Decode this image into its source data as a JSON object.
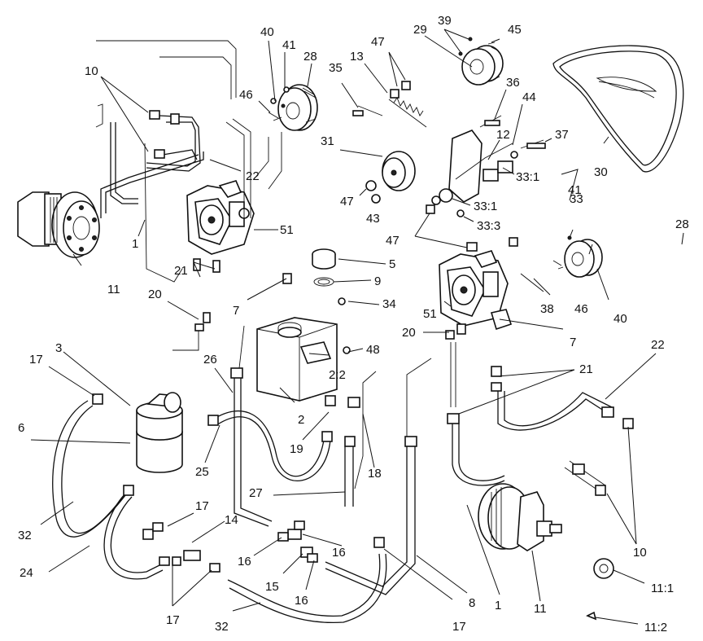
{
  "background_color": "#ffffff",
  "line_color": "#111111",
  "labels": [
    {
      "id": "l10a",
      "text": "10"
    },
    {
      "id": "l40a",
      "text": "40"
    },
    {
      "id": "l41a",
      "text": "41"
    },
    {
      "id": "l28a",
      "text": "28"
    },
    {
      "id": "l46a",
      "text": "46"
    },
    {
      "id": "l39",
      "text": "39"
    },
    {
      "id": "l47a",
      "text": "47"
    },
    {
      "id": "l13",
      "text": "13"
    },
    {
      "id": "l29",
      "text": "29"
    },
    {
      "id": "l45",
      "text": "45"
    },
    {
      "id": "l35",
      "text": "35"
    },
    {
      "id": "l36",
      "text": "36"
    },
    {
      "id": "l44",
      "text": "44"
    },
    {
      "id": "l12",
      "text": "12"
    },
    {
      "id": "l37",
      "text": "37"
    },
    {
      "id": "l22a",
      "text": "22"
    },
    {
      "id": "l31",
      "text": "31"
    },
    {
      "id": "l331a",
      "text": "33:1"
    },
    {
      "id": "l30",
      "text": "30"
    },
    {
      "id": "l47b",
      "text": "47"
    },
    {
      "id": "l43",
      "text": "43"
    },
    {
      "id": "l331b",
      "text": "33:1"
    },
    {
      "id": "l33",
      "text": "33"
    },
    {
      "id": "l51a",
      "text": "51"
    },
    {
      "id": "l333",
      "text": "33:3"
    },
    {
      "id": "l41b",
      "text": "41"
    },
    {
      "id": "l28b",
      "text": "28"
    },
    {
      "id": "l1a",
      "text": "1"
    },
    {
      "id": "l47c",
      "text": "47"
    },
    {
      "id": "l21a",
      "text": "21"
    },
    {
      "id": "l11a",
      "text": "11"
    },
    {
      "id": "l5",
      "text": "5"
    },
    {
      "id": "l9",
      "text": "9"
    },
    {
      "id": "l20a",
      "text": "20"
    },
    {
      "id": "l7a",
      "text": "7"
    },
    {
      "id": "l34",
      "text": "34"
    },
    {
      "id": "l51b",
      "text": "51"
    },
    {
      "id": "l38",
      "text": "38"
    },
    {
      "id": "l46b",
      "text": "46"
    },
    {
      "id": "l40b",
      "text": "40"
    },
    {
      "id": "l20b",
      "text": "20"
    },
    {
      "id": "l7b",
      "text": "7"
    },
    {
      "id": "l3",
      "text": "3"
    },
    {
      "id": "l48",
      "text": "48"
    },
    {
      "id": "l22b",
      "text": "22"
    },
    {
      "id": "l17a",
      "text": "17"
    },
    {
      "id": "l26",
      "text": "26"
    },
    {
      "id": "l22c",
      "text": "2:2"
    },
    {
      "id": "l21b",
      "text": "21"
    },
    {
      "id": "l2",
      "text": "2"
    },
    {
      "id": "l6",
      "text": "6"
    },
    {
      "id": "l19",
      "text": "19"
    },
    {
      "id": "l25",
      "text": "25"
    },
    {
      "id": "l18",
      "text": "18"
    },
    {
      "id": "l27",
      "text": "27"
    },
    {
      "id": "l17b",
      "text": "17"
    },
    {
      "id": "l32a",
      "text": "32"
    },
    {
      "id": "l14",
      "text": "14"
    },
    {
      "id": "l16a",
      "text": "16"
    },
    {
      "id": "l10b",
      "text": "10"
    },
    {
      "id": "l16b",
      "text": "16"
    },
    {
      "id": "l24",
      "text": "24"
    },
    {
      "id": "l11b",
      "text": "11:1"
    },
    {
      "id": "l15",
      "text": "15"
    },
    {
      "id": "l16c",
      "text": "16"
    },
    {
      "id": "l8",
      "text": "8"
    },
    {
      "id": "l1b",
      "text": "1"
    },
    {
      "id": "l11c",
      "text": "11"
    },
    {
      "id": "l17c",
      "text": "17"
    },
    {
      "id": "l32b",
      "text": "32"
    },
    {
      "id": "l17d",
      "text": "17"
    },
    {
      "id": "l112",
      "text": "11:2"
    }
  ]
}
